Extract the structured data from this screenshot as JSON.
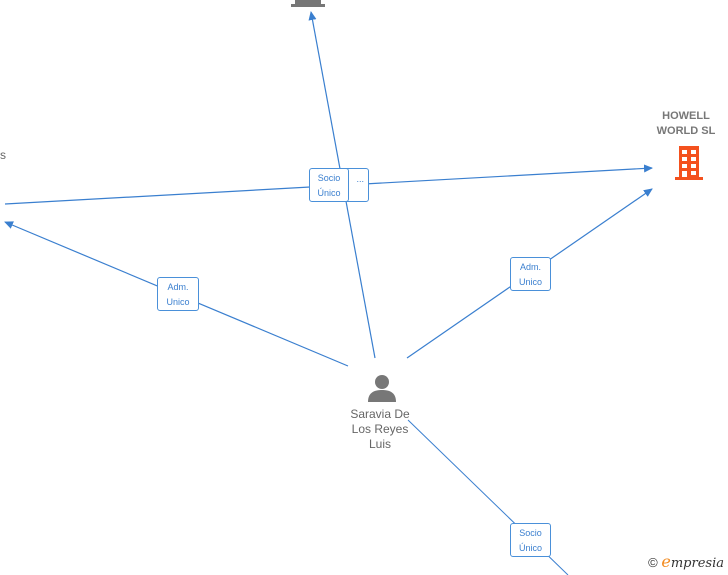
{
  "diagram": {
    "nodes": [
      {
        "id": "top-company",
        "type": "company",
        "label": "",
        "color": "#777777"
      },
      {
        "id": "howell-world",
        "type": "company",
        "label_line1": "HOWELL",
        "label_line2": "WORLD  SL",
        "color": "#f4511e"
      },
      {
        "id": "left-company",
        "type": "company",
        "label": "s",
        "color": "#777777"
      },
      {
        "id": "person",
        "type": "person",
        "label_line1": "Saravia De",
        "label_line2": "Los Reyes",
        "label_line3": "Luis",
        "color": "#777777"
      }
    ],
    "edges": [
      {
        "from": "person",
        "to": "top-company",
        "label_line1": "Socio",
        "label_line2": "Único"
      },
      {
        "from": "left-company",
        "to": "howell-world",
        "label_line1": "",
        "label_line2": "..."
      },
      {
        "from": "person",
        "to": "left-company",
        "label_line1": "Adm.",
        "label_line2": "Unico"
      },
      {
        "from": "person",
        "to": "howell-world",
        "label_line1": "Adm.",
        "label_line2": "Unico"
      },
      {
        "from": "person",
        "to": "bottom-right",
        "label_line1": "Socio",
        "label_line2": "Único"
      }
    ],
    "edge_color": "#3a7fcf"
  },
  "brand": {
    "copyright": "©",
    "e": "e",
    "rest": "mpresia"
  }
}
